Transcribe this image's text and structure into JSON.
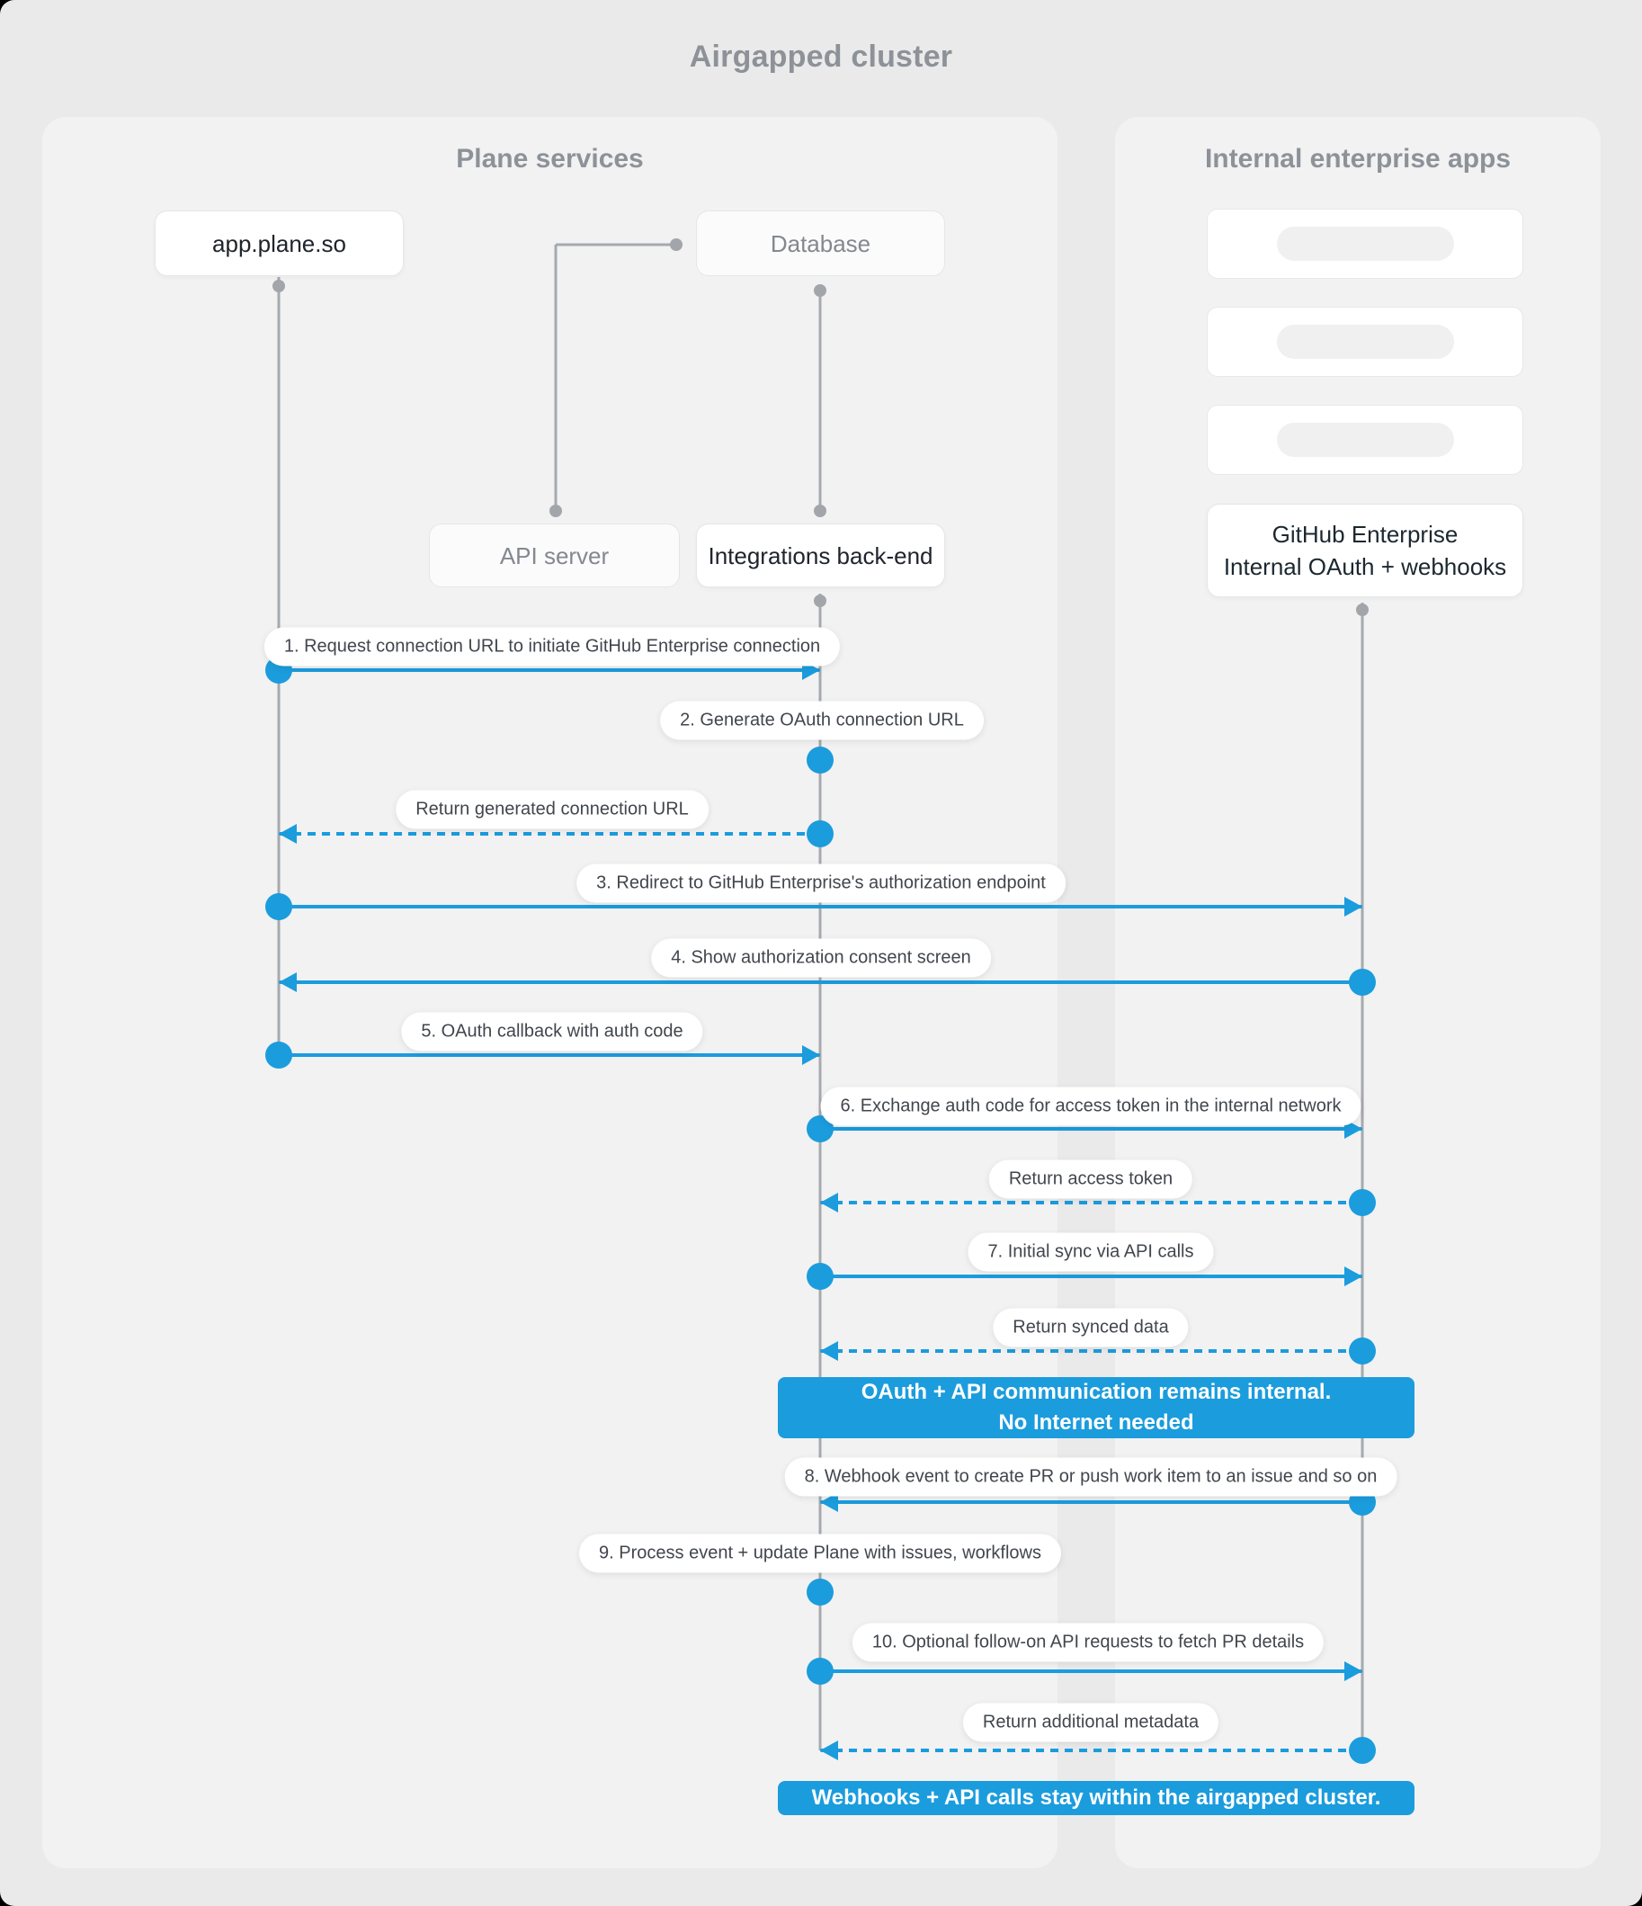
{
  "title": "Airgapped cluster",
  "panels": {
    "left": {
      "heading": "Plane services"
    },
    "right": {
      "heading": "Internal enterprise apps"
    }
  },
  "actors": {
    "app": "app.plane.so",
    "database": "Database",
    "api_server": "API server",
    "integrations": "Integrations back-end",
    "github_line1": "GitHub Enterprise",
    "github_line2": "Internal OAuth + webhooks"
  },
  "messages": [
    {
      "label": "1. Request connection URL to initiate GitHub Enterprise connection",
      "from": "app.plane.so",
      "to": "Integrations back-end",
      "style": "solid"
    },
    {
      "label": "2. Generate OAuth connection URL",
      "from": "Integrations back-end",
      "to": "Integrations back-end",
      "style": "self"
    },
    {
      "label": "Return generated connection URL",
      "from": "Integrations back-end",
      "to": "app.plane.so",
      "style": "dashed"
    },
    {
      "label": "3. Redirect to GitHub Enterprise's authorization endpoint",
      "from": "app.plane.so",
      "to": "GitHub Enterprise",
      "style": "solid"
    },
    {
      "label": "4. Show authorization consent screen",
      "from": "GitHub Enterprise",
      "to": "app.plane.so",
      "style": "solid"
    },
    {
      "label": "5. OAuth callback with auth code",
      "from": "app.plane.so",
      "to": "Integrations back-end",
      "style": "solid"
    },
    {
      "label": "6. Exchange auth code for access token in the internal network",
      "from": "Integrations back-end",
      "to": "GitHub Enterprise",
      "style": "solid"
    },
    {
      "label": "Return access token",
      "from": "GitHub Enterprise",
      "to": "Integrations back-end",
      "style": "dashed"
    },
    {
      "label": "7. Initial sync via API calls",
      "from": "Integrations back-end",
      "to": "GitHub Enterprise",
      "style": "solid"
    },
    {
      "label": "Return synced data",
      "from": "GitHub Enterprise",
      "to": "Integrations back-end",
      "style": "dashed"
    },
    {
      "label": "8. Webhook event to create PR  or push work item to an issue  and so on",
      "from": "GitHub Enterprise",
      "to": "Integrations back-end",
      "style": "solid"
    },
    {
      "label": "9. Process event + update Plane with issues, workflows",
      "from": "Integrations back-end",
      "to": "Integrations back-end",
      "style": "self"
    },
    {
      "label": "10. Optional follow-on API requests to fetch PR details",
      "from": "Integrations back-end",
      "to": "GitHub Enterprise",
      "style": "solid"
    },
    {
      "label": "Return additional metadata",
      "from": "GitHub Enterprise",
      "to": "Integrations back-end",
      "style": "dashed"
    }
  ],
  "banners": {
    "internal_line1": "OAuth + API communication remains internal.",
    "internal_line2": "No Internet needed",
    "airgapped": "Webhooks + API calls stay within the airgapped cluster."
  },
  "colors": {
    "accent_blue": "#1b9cdd",
    "line_gray": "#a6a9ad",
    "page_bg": "#eaeaeb",
    "panel_bg": "#f2f2f3"
  }
}
